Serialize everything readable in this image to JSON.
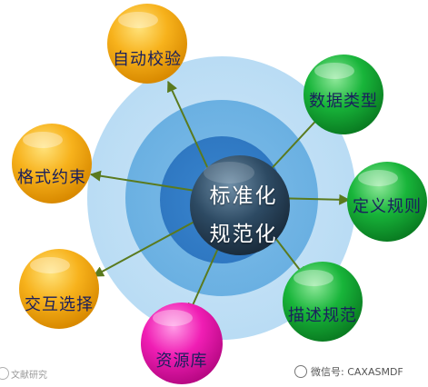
{
  "center": {
    "line1": "标准化",
    "line2": "规范化"
  },
  "nodes": [
    {
      "id": "auto-check",
      "label": "自动校验",
      "color": "orange"
    },
    {
      "id": "format-constraint",
      "label": "格式约束",
      "color": "orange"
    },
    {
      "id": "interactive-select",
      "label": "交互选择",
      "color": "orange"
    },
    {
      "id": "resource-library",
      "label": "资源库",
      "color": "magenta"
    },
    {
      "id": "describe-spec",
      "label": "描述规范",
      "color": "green"
    },
    {
      "id": "define-rules",
      "label": "定义规则",
      "color": "green"
    },
    {
      "id": "data-type",
      "label": "数据类型",
      "color": "green"
    }
  ],
  "watermark": {
    "left": "文献研究",
    "right": "微信号: CAXASMDF"
  },
  "colors": {
    "arrow": "#5a7a1e",
    "label_text": "#1a1f5c"
  }
}
